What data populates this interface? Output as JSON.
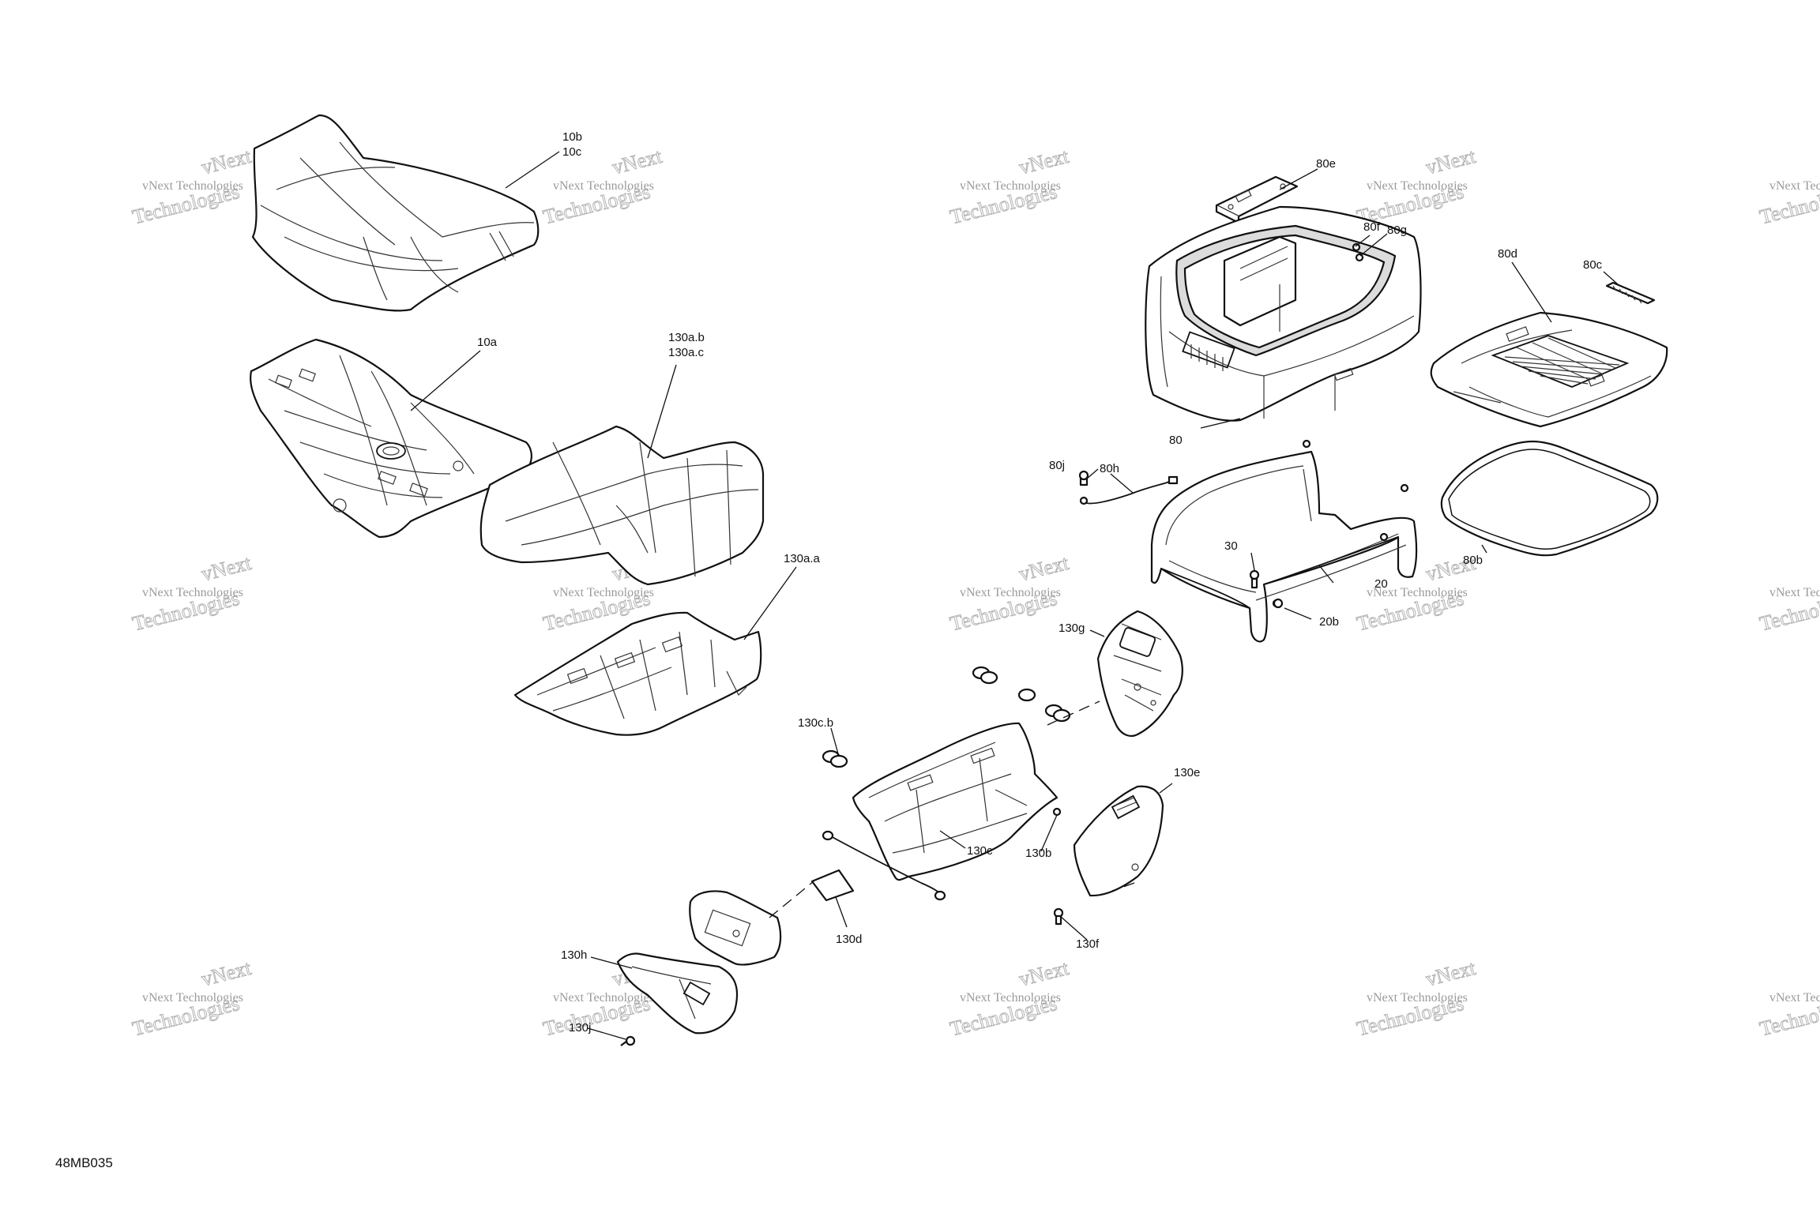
{
  "diagram_code": "48MB035",
  "watermark": {
    "small": "vNext Technologies",
    "big": "Technologies",
    "over": "vNext"
  },
  "labels": {
    "l_10b": "10b",
    "l_10c": "10c",
    "l_10a": "10a",
    "l_130ab": "130a.b",
    "l_130ac": "130a.c",
    "l_130aa": "130a.a",
    "l_80e": "80e",
    "l_80f": "80f",
    "l_80g": "80g",
    "l_80d": "80d",
    "l_80c": "80c",
    "l_80": "80",
    "l_80j": "80j",
    "l_80h": "80h",
    "l_80b": "80b",
    "l_30": "30",
    "l_20": "20",
    "l_20b": "20b",
    "l_130g": "130g",
    "l_130cb": "130c.b",
    "l_130e": "130e",
    "l_130c": "130c",
    "l_130b": "130b",
    "l_130d": "130d",
    "l_130f": "130f",
    "l_130h": "130h",
    "l_130j": "130j"
  }
}
